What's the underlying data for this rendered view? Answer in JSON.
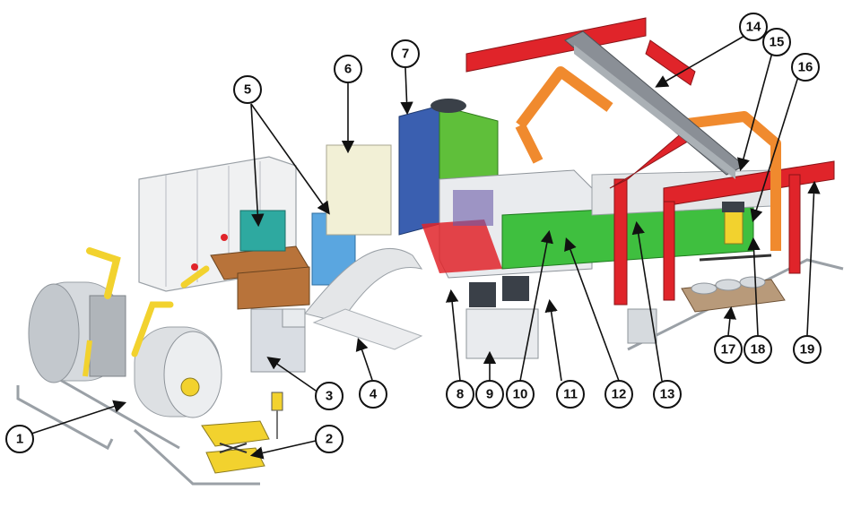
{
  "callouts": [
    {
      "id": "c1",
      "label": "1"
    },
    {
      "id": "c2",
      "label": "2"
    },
    {
      "id": "c3",
      "label": "3"
    },
    {
      "id": "c4",
      "label": "4"
    },
    {
      "id": "c5",
      "label": "5"
    },
    {
      "id": "c6",
      "label": "6"
    },
    {
      "id": "c7",
      "label": "7"
    },
    {
      "id": "c8",
      "label": "8"
    },
    {
      "id": "c9",
      "label": "9"
    },
    {
      "id": "c10",
      "label": "10"
    },
    {
      "id": "c11",
      "label": "11"
    },
    {
      "id": "c12",
      "label": "12"
    },
    {
      "id": "c13",
      "label": "13"
    },
    {
      "id": "c14",
      "label": "14"
    },
    {
      "id": "c15",
      "label": "15"
    },
    {
      "id": "c16",
      "label": "16"
    },
    {
      "id": "c17",
      "label": "17"
    },
    {
      "id": "c18",
      "label": "18"
    },
    {
      "id": "c19",
      "label": "19"
    }
  ],
  "colors": {
    "gantry_red": "#e0242a",
    "arm_orange": "#f08a2e",
    "gantry_grey": "#8a8f96",
    "press_blue": "#3a5fb0",
    "press_green": "#5fbf3a",
    "panel_teal": "#2ea9a0",
    "panel_lightblue": "#5aa6e0",
    "cabinet_cream": "#f2f0d6",
    "feeder_brown": "#b8733a",
    "loader_yellow": "#f2d22e",
    "coil_grey": "#d6dade",
    "pallet_brown": "#b89a7a",
    "base_green": "#3fbf3f"
  }
}
